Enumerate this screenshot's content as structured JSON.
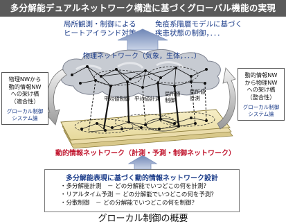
{
  "header": {
    "title": "多分解能デュアルネットワーク構造に基づくグローバル機能の実現"
  },
  "top": {
    "left_lines": [
      "局所観測・制御による",
      "ヒートアイランド対策"
    ],
    "right_lines": [
      "免疫系階層モデルに基づく",
      "疾患状態の制御，．．．"
    ]
  },
  "physical_network": {
    "label": "物理ネットワーク（気象，生体，．．．）"
  },
  "info_network": {
    "label": "動的情報ネットワーク（計測・予測・制御ネットワーク）"
  },
  "left_box": {
    "lines": [
      "物理NWから",
      "動的情報NW",
      "への架け橋",
      "（適合性）"
    ],
    "sub": [
      "グローカル制御",
      "システム論"
    ]
  },
  "right_box": {
    "lines": [
      "動的情報NW",
      "から物理NW",
      "への架け橋",
      "（整合性）"
    ],
    "sub": [
      "グローカル制御",
      "システム論"
    ]
  },
  "network_labels": {
    "avg_control": "平均値制御",
    "avg_measure": "平均値計測",
    "local_control": [
      "局所値",
      "制御"
    ],
    "local_measure": [
      "局所値",
      "計測"
    ]
  },
  "design": {
    "title": "多分解能表現に基づく動的情報ネットワーク設計",
    "items": [
      "・多分解能計測　－ どの分解能でいつどこの何を計測？",
      "・リアルタイム予測 － どの分解能でいつどこの何を予測？",
      "・分散制御　－ どの分解能でいつどこの何を制御？"
    ]
  },
  "caption": "グローカル制御の概要",
  "colors": {
    "title_bg": "#5a5a5a",
    "accent_blue": "#1c3d8a",
    "accent_red": "#c0142d"
  }
}
